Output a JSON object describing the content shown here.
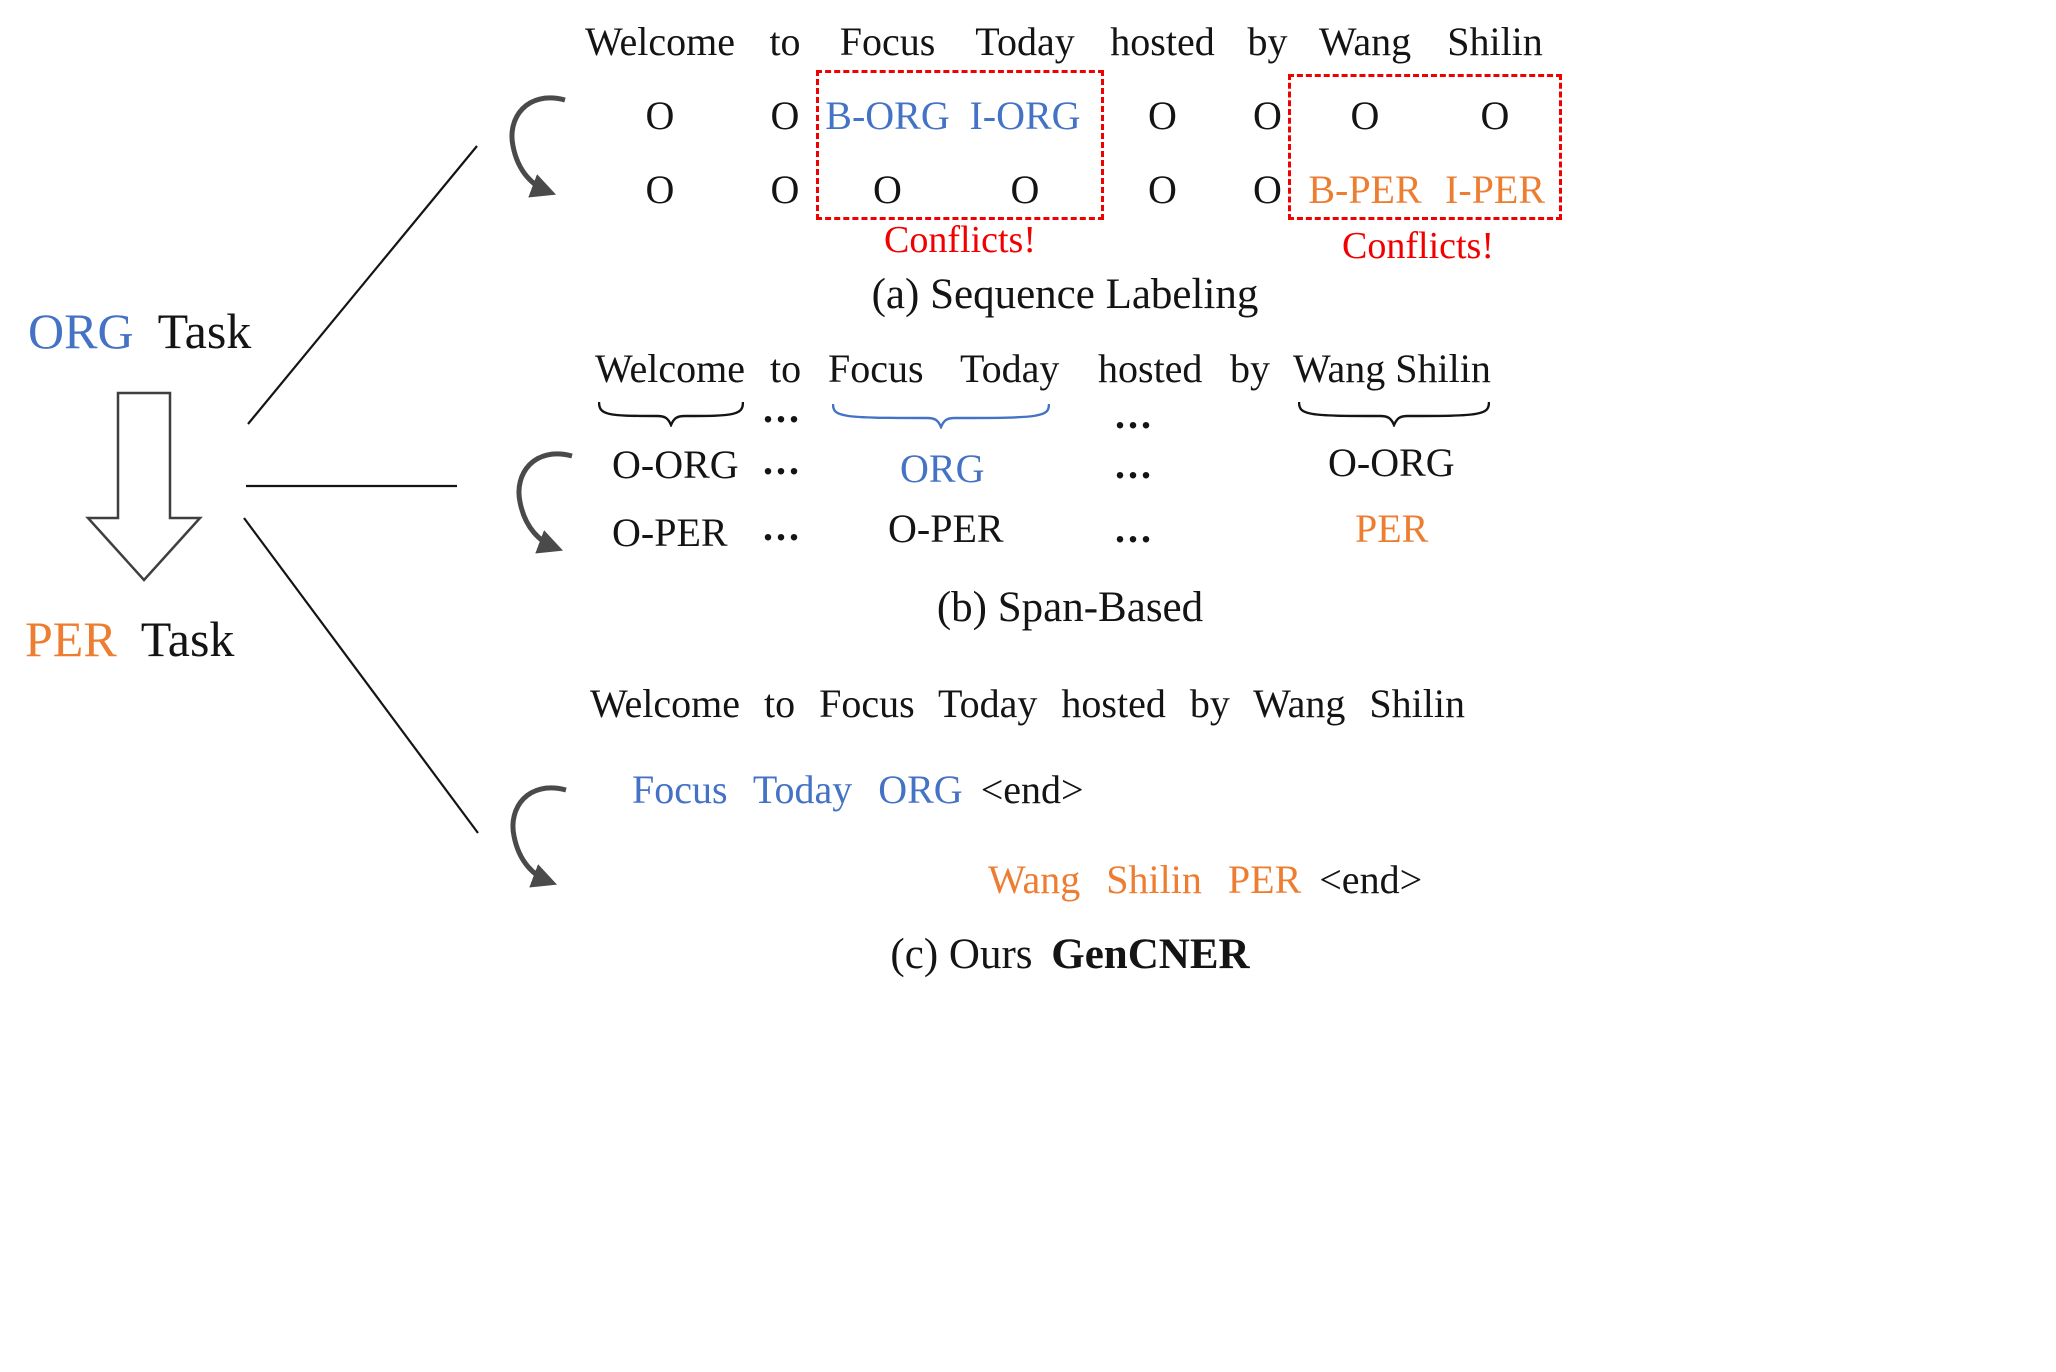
{
  "colors": {
    "org_blue": "#4472C4",
    "per_orange": "#ED7D31",
    "conflict_red": "#F20000"
  },
  "left_panel": {
    "org_entity": "ORG",
    "org_task": "Task",
    "per_entity": "PER",
    "per_task": "Task"
  },
  "section_a": {
    "words": [
      "Welcome",
      "to",
      "Focus",
      "Today",
      "hosted",
      "by",
      "Wang",
      "Shilin"
    ],
    "org_row": [
      "O",
      "O",
      "B-ORG",
      "I-ORG",
      "O",
      "O",
      "O",
      "O"
    ],
    "per_row": [
      "O",
      "O",
      "O",
      "O",
      "O",
      "O",
      "B-PER",
      "I-PER"
    ],
    "conflicts_left": "Conflicts!",
    "conflicts_right": "Conflicts!",
    "caption": "(a) Sequence Labeling"
  },
  "section_b": {
    "words": [
      "Welcome",
      "to",
      "Focus",
      "Today",
      "hosted",
      "by",
      "Wang Shilin"
    ],
    "dots": "...",
    "org_row": [
      "O-ORG",
      "ORG",
      "O-ORG"
    ],
    "per_row": [
      "O-PER",
      "O-PER",
      "PER"
    ],
    "caption": "(b) Span-Based"
  },
  "section_c": {
    "sentence": "Welcome to Focus Today hosted by Wang Shilin",
    "org_output": "Focus Today ORG",
    "org_end": "<end>",
    "per_output": "Wang Shilin PER",
    "per_end": "<end>",
    "caption_prefix": "(c) Ours",
    "caption_name": "GenCNER"
  }
}
